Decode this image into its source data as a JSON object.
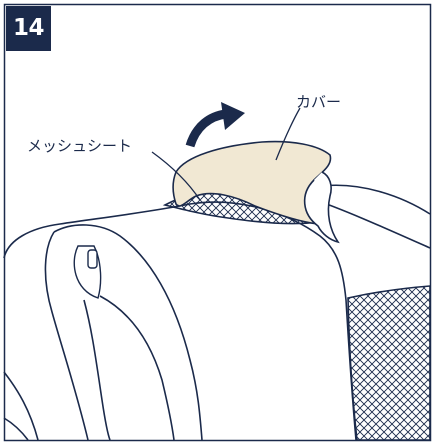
{
  "step": {
    "number": "14"
  },
  "labels": {
    "mesh_sheet": "メッシュシート",
    "cover": "カバー"
  },
  "colors": {
    "line": "#1b2a4b",
    "cover_fill": "#f1e8d3",
    "background": "#ffffff"
  }
}
